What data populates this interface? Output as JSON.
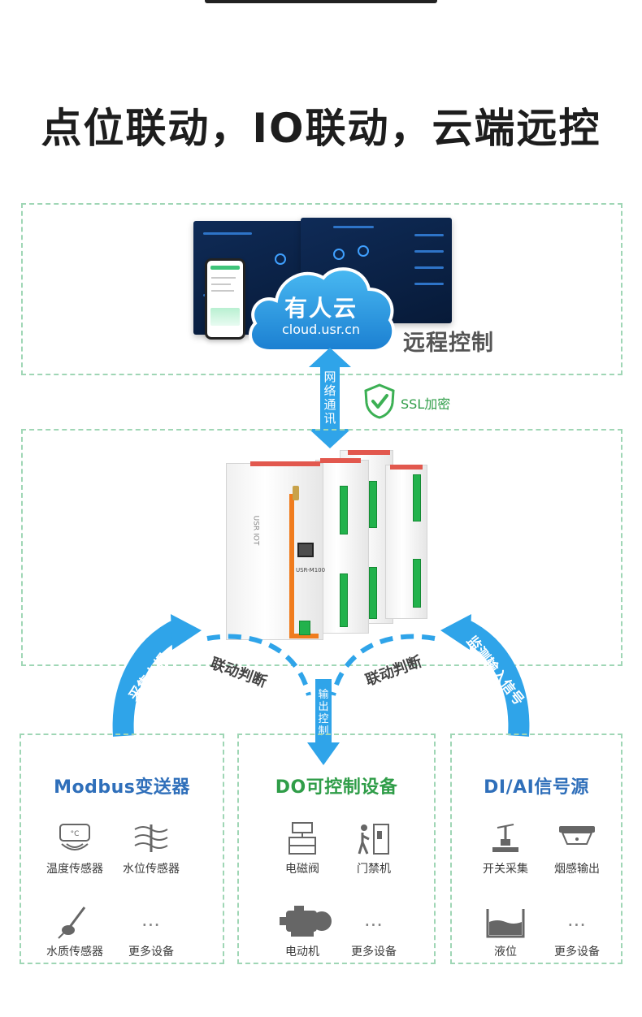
{
  "page": {
    "title": "点位联动，IO联动，云端远控"
  },
  "cloud": {
    "name": "有人云",
    "url": "cloud.usr.cn",
    "remote_label": "远程控制"
  },
  "comm": {
    "network_label": "网络通讯",
    "ssl_label": "SSL加密"
  },
  "device": {
    "brand": "USR IOT",
    "model": "USR-M100"
  },
  "flows": {
    "left_arrow_label": "采集上报",
    "left_judge": "联动判断",
    "right_judge": "联动判断",
    "right_arrow_label": "监测输入信号",
    "down_arrow_label": "输出控制"
  },
  "boxes": [
    {
      "title": "Modbus变送器",
      "color": "#2f6fba",
      "items": [
        {
          "label": "温度传感器",
          "icon": "temperature-sensor-icon"
        },
        {
          "label": "水位传感器",
          "icon": "water-level-sensor-icon"
        },
        {
          "label": "水质传感器",
          "icon": "water-quality-sensor-icon"
        },
        {
          "label": "更多设备",
          "icon": "more-icon"
        }
      ]
    },
    {
      "title": "DO可控制设备",
      "color": "#2f9d48",
      "items": [
        {
          "label": "电磁阀",
          "icon": "solenoid-valve-icon"
        },
        {
          "label": "门禁机",
          "icon": "access-control-icon"
        },
        {
          "label": "电动机",
          "icon": "motor-icon"
        },
        {
          "label": "更多设备",
          "icon": "more-icon"
        }
      ]
    },
    {
      "title": "DI/AI信号源",
      "color": "#2f6fba",
      "items": [
        {
          "label": "开关采集",
          "icon": "switch-icon"
        },
        {
          "label": "烟感输出",
          "icon": "smoke-detector-icon"
        },
        {
          "label": "液位",
          "icon": "liquid-level-icon"
        },
        {
          "label": "更多设备",
          "icon": "more-icon"
        }
      ]
    }
  ],
  "colors": {
    "accent_blue": "#2fa4e9",
    "green": "#2f9d48",
    "dashed_border": "#9fd6b5"
  }
}
